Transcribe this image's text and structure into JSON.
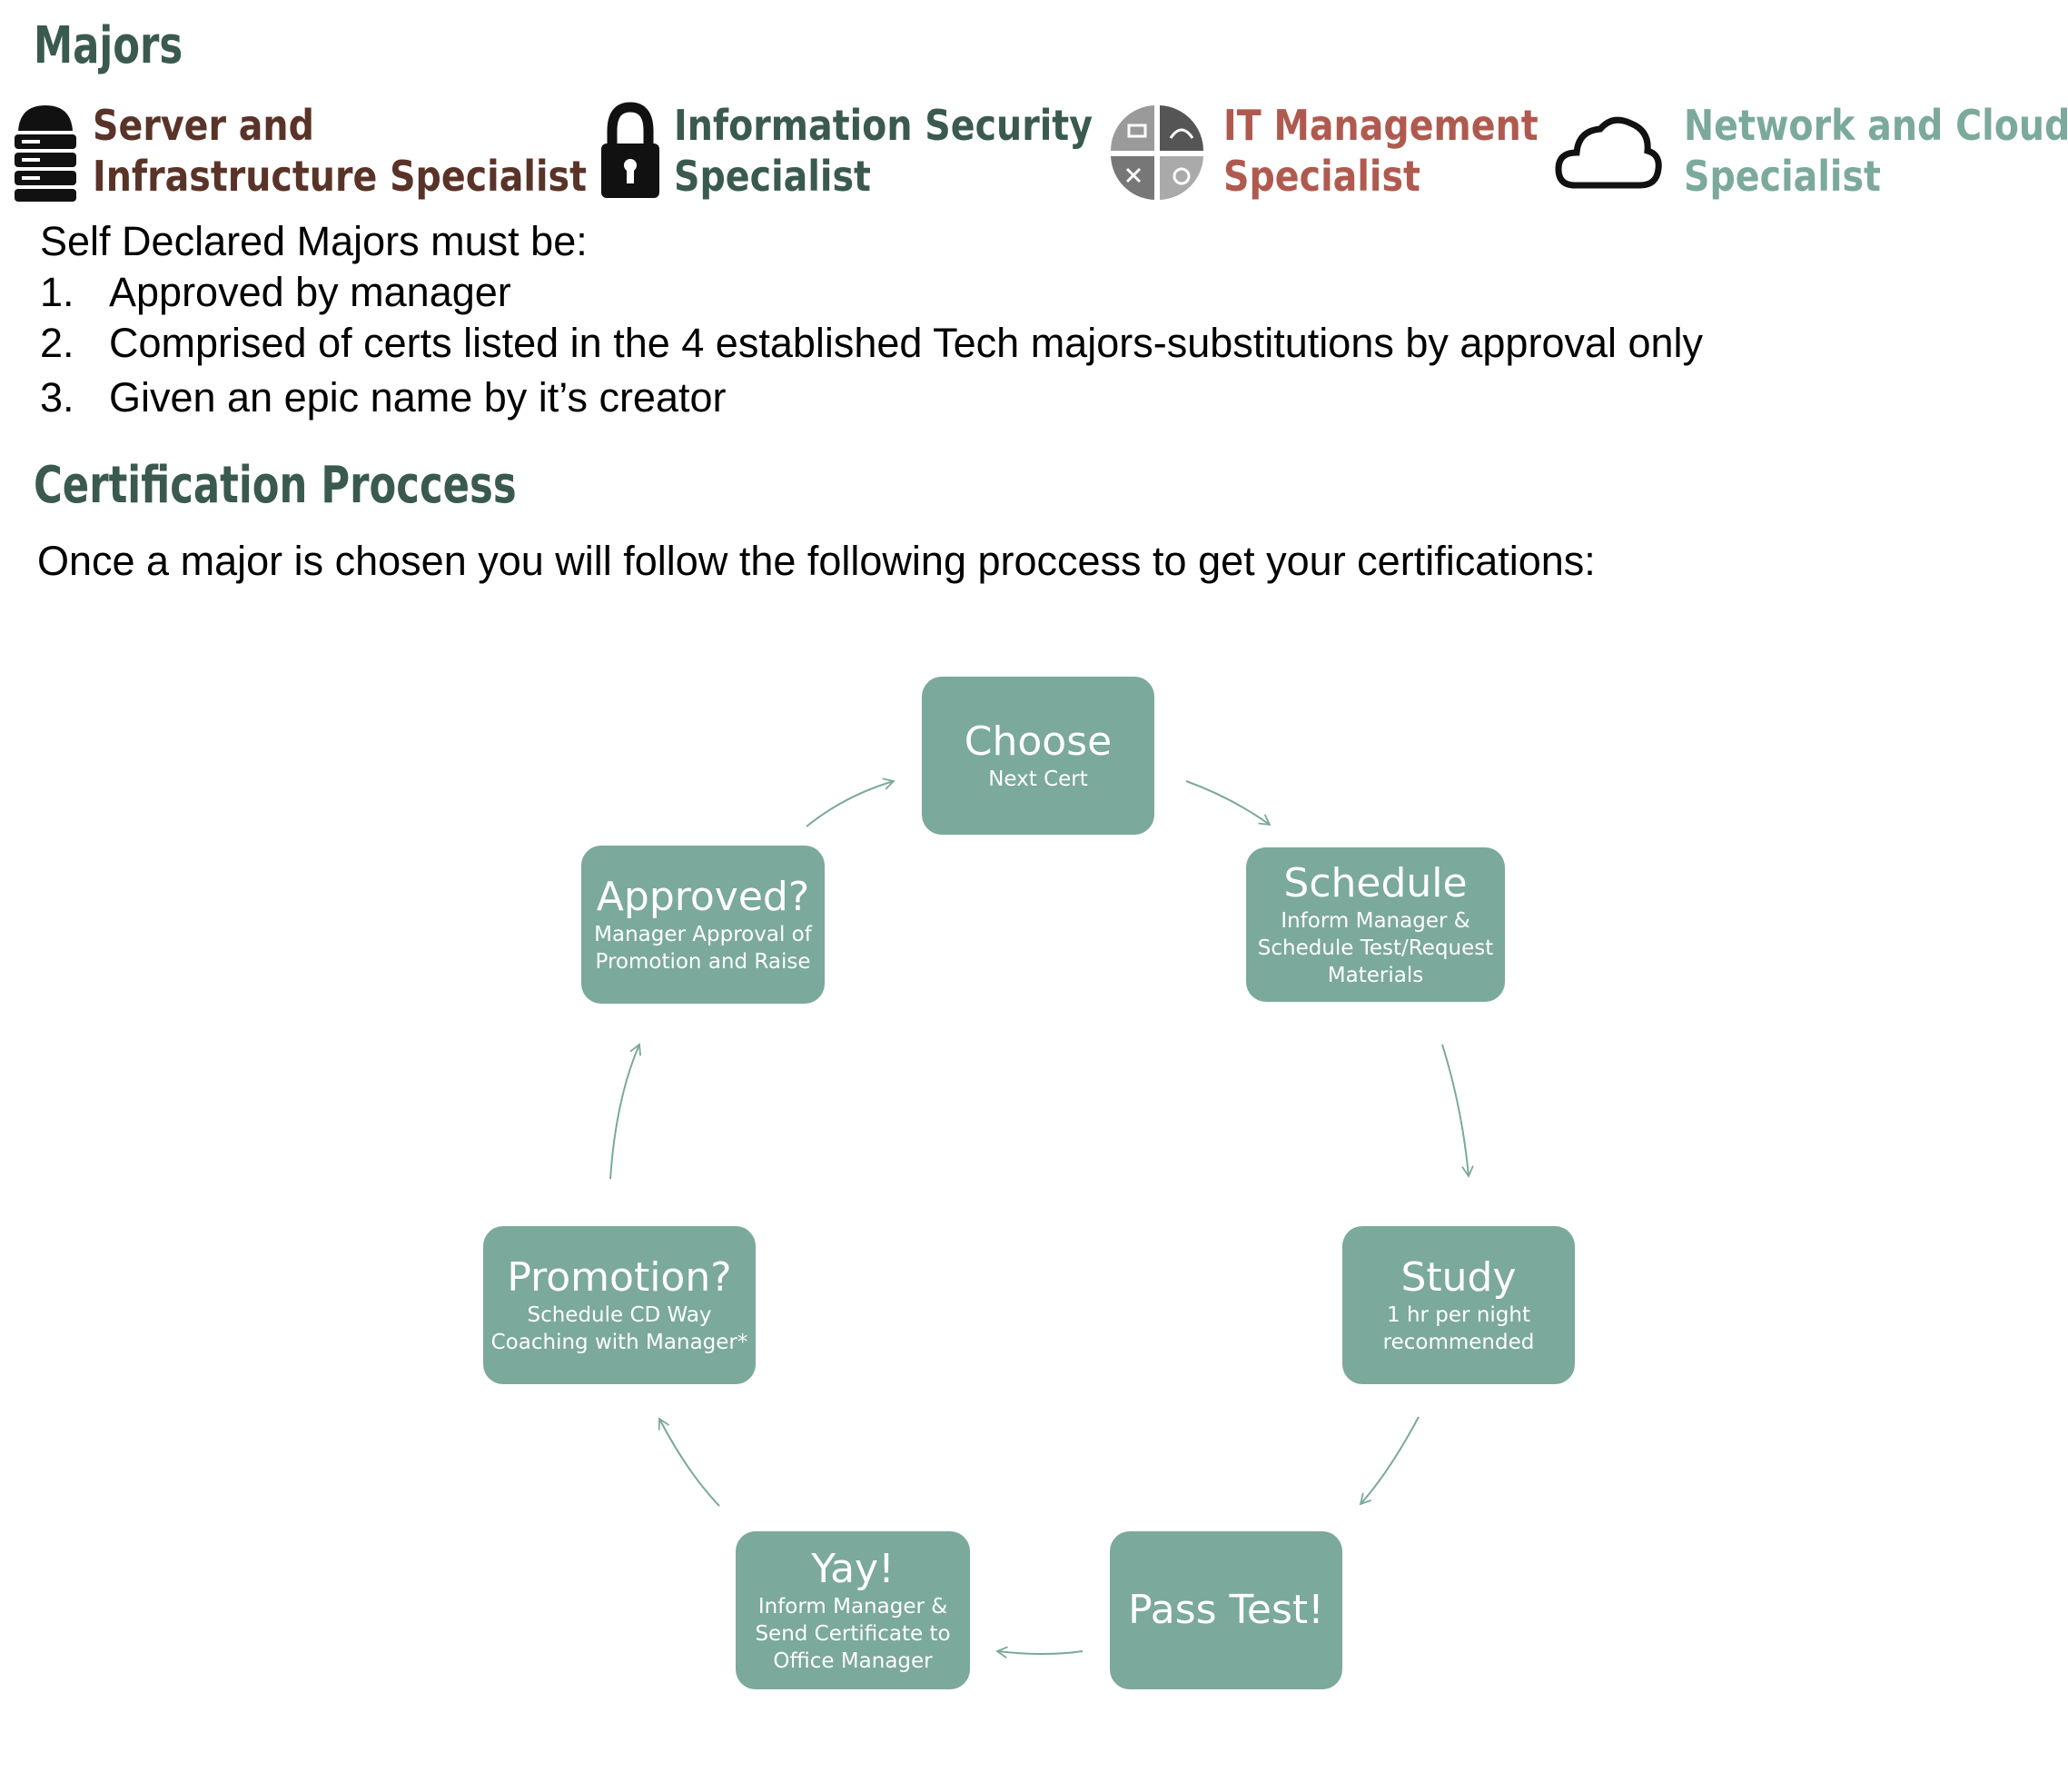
{
  "majors": {
    "title": "Majors",
    "items": [
      {
        "line1": "Server and",
        "line2": "Infrastructure Specialist",
        "icon": "server-stack-icon",
        "color": "#5a3328"
      },
      {
        "line1": "Information Security",
        "line2": "Specialist",
        "icon": "padlock-icon",
        "color": "#3a5a4f"
      },
      {
        "line1": "IT Management",
        "line2": "Specialist",
        "icon": "dashboard-tiles-icon",
        "color": "#b05a4f"
      },
      {
        "line1": "Network and Cloud",
        "line2": "Specialist",
        "icon": "cloud-icon",
        "color": "#7ba99c"
      }
    ]
  },
  "rules": {
    "intro": "Self Declared Majors must be:",
    "items": [
      {
        "num": "1.",
        "text": "Approved by manager"
      },
      {
        "num": "2.",
        "text": "Comprised of certs listed in the 4 established Tech majors-substitutions by approval only"
      },
      {
        "num": "3.",
        "text": "Given an epic name by it’s creator"
      }
    ]
  },
  "certification": {
    "title": "Certification Proccess",
    "intro": "Once a major is chosen you will follow the following proccess to get your certifications:"
  },
  "cycle": {
    "accent": "#7ba99c",
    "steps": [
      {
        "title": "Choose",
        "desc": "Next Cert"
      },
      {
        "title": "Schedule",
        "desc": "Inform Manager & Schedule Test/Request Materials"
      },
      {
        "title": "Study",
        "desc": "1 hr per night recommended"
      },
      {
        "title": "Pass Test!",
        "desc": ""
      },
      {
        "title": "Yay!",
        "desc": "Inform Manager & Send Certificate to Office Manager"
      },
      {
        "title": "Promotion?",
        "desc": "Schedule CD Way Coaching with Manager*"
      },
      {
        "title": "Approved?",
        "desc": "Manager Approval of Promotion and Raise"
      }
    ]
  }
}
